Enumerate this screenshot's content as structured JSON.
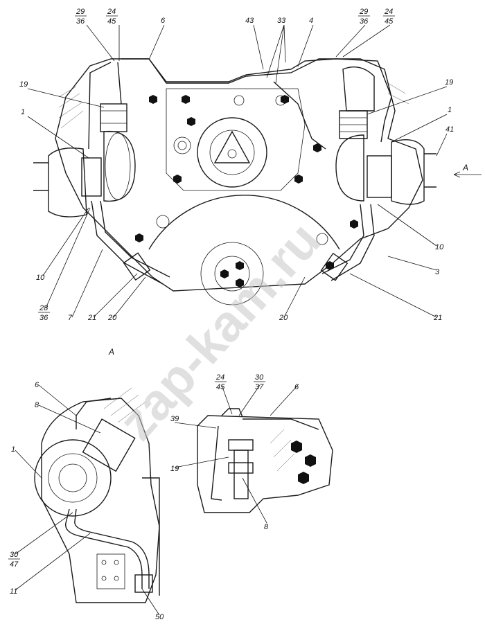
{
  "watermark": "zap-kam.ru",
  "view_label": "A",
  "arrow_label": "A",
  "callouts_main": {
    "c29_36_left": [
      "29",
      "36"
    ],
    "c24_45_left": [
      "24",
      "45"
    ],
    "c6_top": "6",
    "c43": "43",
    "c33": "33",
    "c4": "4",
    "c29_36_right": [
      "29",
      "36"
    ],
    "c24_45_right": [
      "24",
      "45"
    ],
    "c19_left": "19",
    "c19_right": "19",
    "c1_left": "1",
    "c1_right": "1",
    "c41": "41",
    "c10_left": "10",
    "c10_right": "10",
    "c3": "3",
    "c28_36": [
      "28",
      "36"
    ],
    "c7": "7",
    "c21_left": "21",
    "c20_left": "20",
    "c20_right": "20",
    "c21_right": "21"
  },
  "callouts_view_a": {
    "c6": "6",
    "c8": "8",
    "c1": "1",
    "c30_47": [
      "30",
      "47"
    ],
    "c11": "11",
    "c50": "50"
  },
  "callouts_detail": {
    "c24_45": [
      "24",
      "45"
    ],
    "c30_37": [
      "30",
      "37"
    ],
    "c6": "6",
    "c39": "39",
    "c19": "19",
    "c8": "8"
  }
}
